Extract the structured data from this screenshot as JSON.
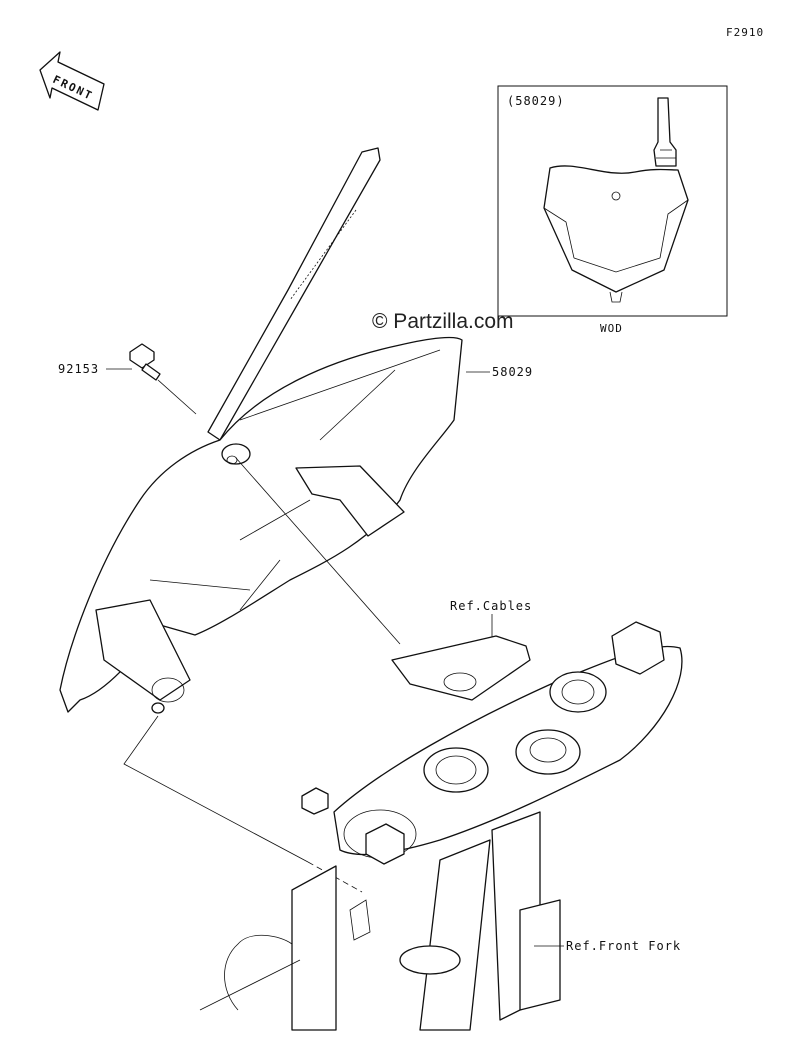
{
  "diagram": {
    "figure_code": "F2910",
    "front_label": "FRONT",
    "watermark": "© Partzilla.com",
    "inset_part_number": "(58029)",
    "inset_variant": "WOD",
    "callouts": [
      {
        "id": "bolt",
        "text": "92153"
      },
      {
        "id": "plate",
        "text": "58029"
      },
      {
        "id": "cables",
        "text": "Ref.Cables"
      },
      {
        "id": "fork",
        "text": "Ref.Front Fork"
      }
    ]
  }
}
